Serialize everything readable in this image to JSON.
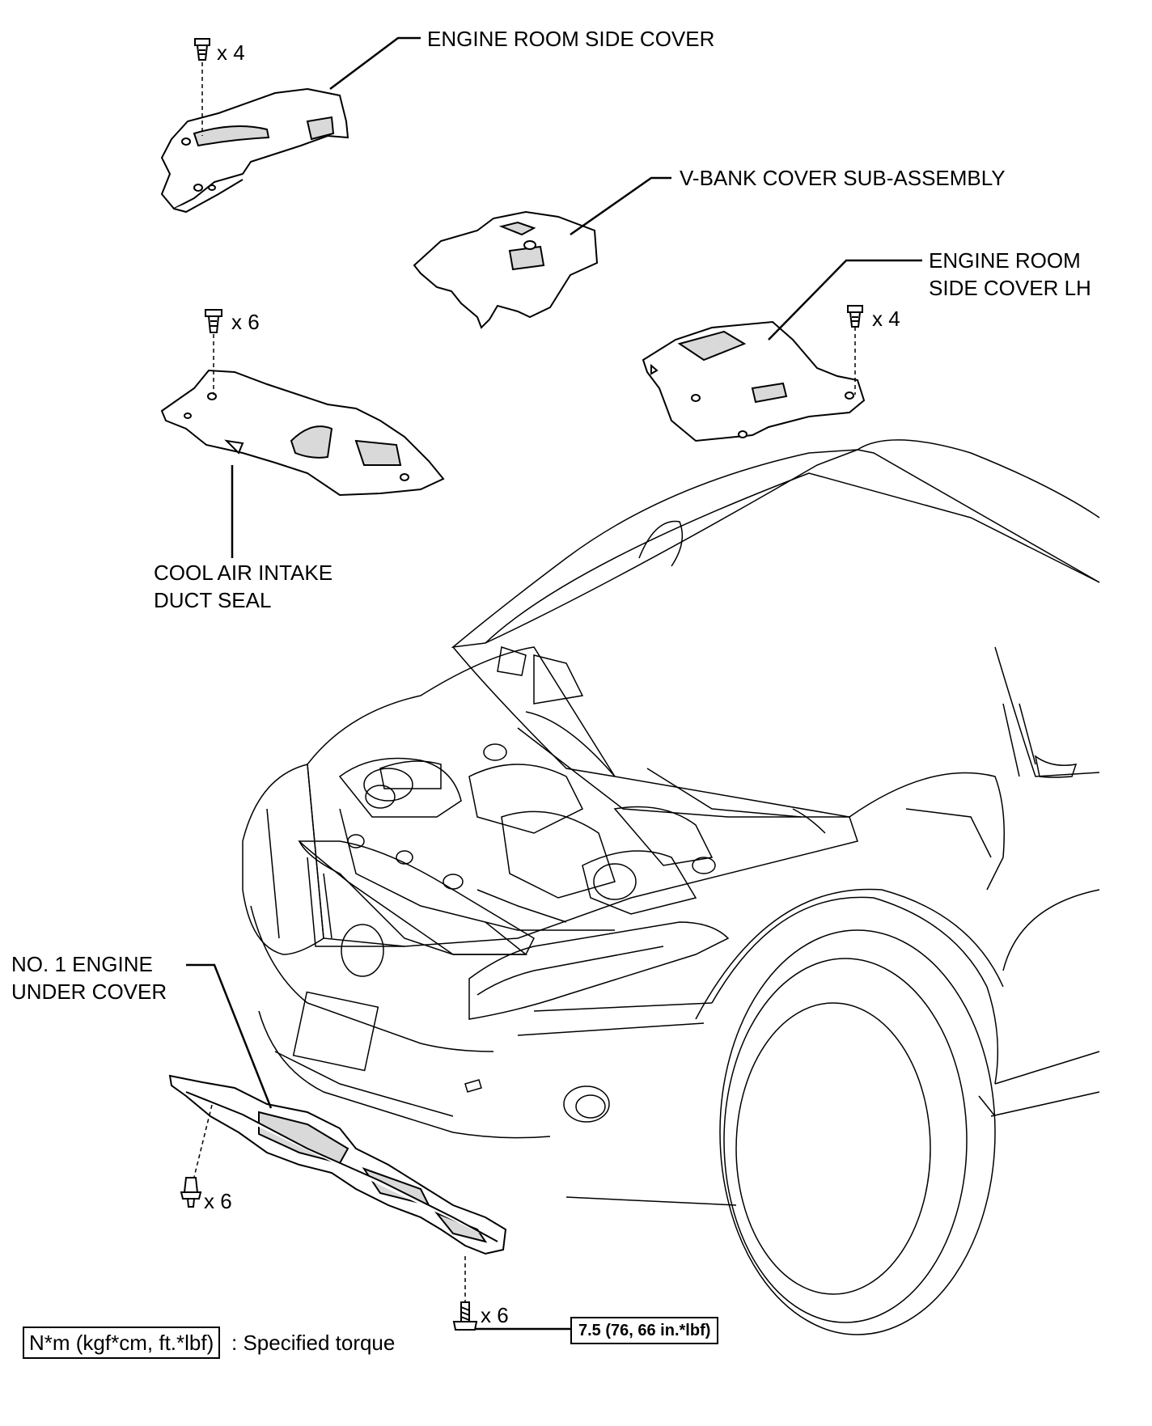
{
  "labels": {
    "engine_room_side_cover": "ENGINE ROOM SIDE COVER",
    "v_bank_cover": "V-BANK COVER SUB-ASSEMBLY",
    "engine_room_side_cover_lh_line1": "ENGINE ROOM",
    "engine_room_side_cover_lh_line2": "SIDE COVER LH",
    "cool_air_intake_line1": "COOL AIR INTAKE",
    "cool_air_intake_line2": "DUCT SEAL",
    "engine_under_cover_line1": "NO. 1 ENGINE",
    "engine_under_cover_line2": "UNDER COVER"
  },
  "quantities": {
    "side_cover_clips": "x 4",
    "lh_cover_clips": "x 4",
    "intake_seal_clips": "x 6",
    "under_cover_clips": "x 6",
    "under_cover_bolts": "x 6"
  },
  "torque": {
    "value": "7.5 (76, 66 in.*lbf)"
  },
  "legend": {
    "unit": "N*m (kgf*cm, ft.*lbf)",
    "description": ": Specified torque"
  },
  "icons": [
    "clip-icon",
    "bolt-icon"
  ]
}
